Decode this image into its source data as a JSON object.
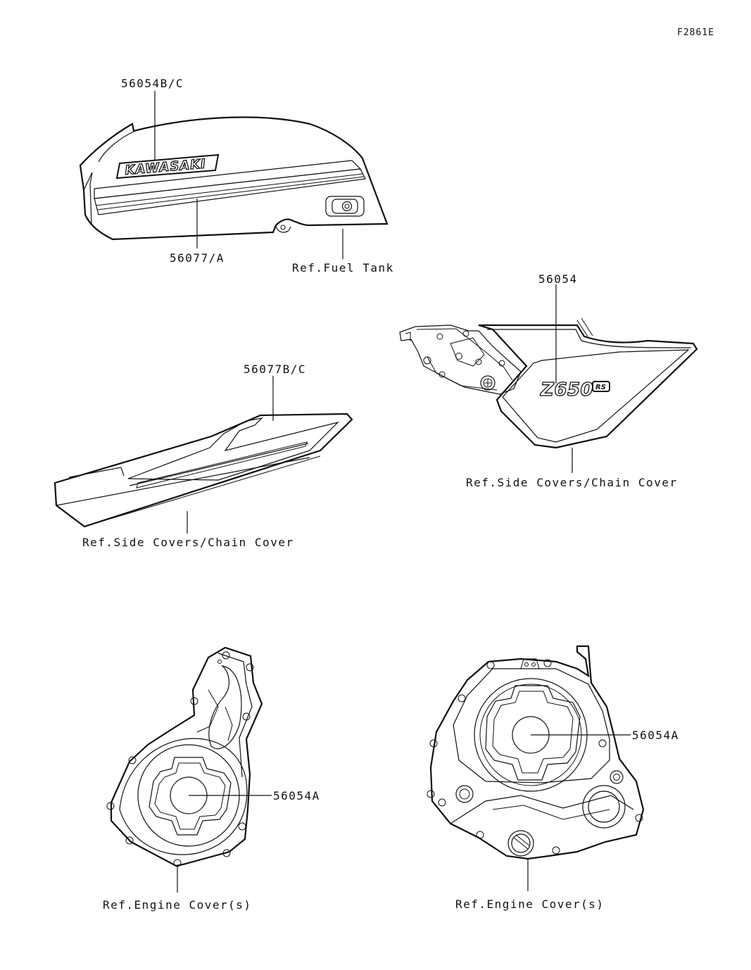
{
  "figure_code": "F2861E",
  "parts": {
    "tank_emblem": "56054B/C",
    "tank_stripe": "56077/A",
    "ref_fuel_tank": "Ref.Fuel Tank",
    "side_emblem": "56054",
    "ref_side_right": "Ref.Side Covers/Chain Cover",
    "tail_stripe": "56077B/C",
    "ref_side_left": "Ref.Side Covers/Chain Cover",
    "engine_left_mark": "56054A",
    "engine_right_mark": "56054A",
    "ref_engine_left": "Ref.Engine Cover(s)",
    "ref_engine_right": "Ref.Engine Cover(s)"
  },
  "graphics": {
    "tank_logo": "KAWASAKI",
    "side_logo_main": "Z650",
    "side_logo_suffix": "RS"
  },
  "colors": {
    "ink": "#111111",
    "background": "#ffffff"
  }
}
